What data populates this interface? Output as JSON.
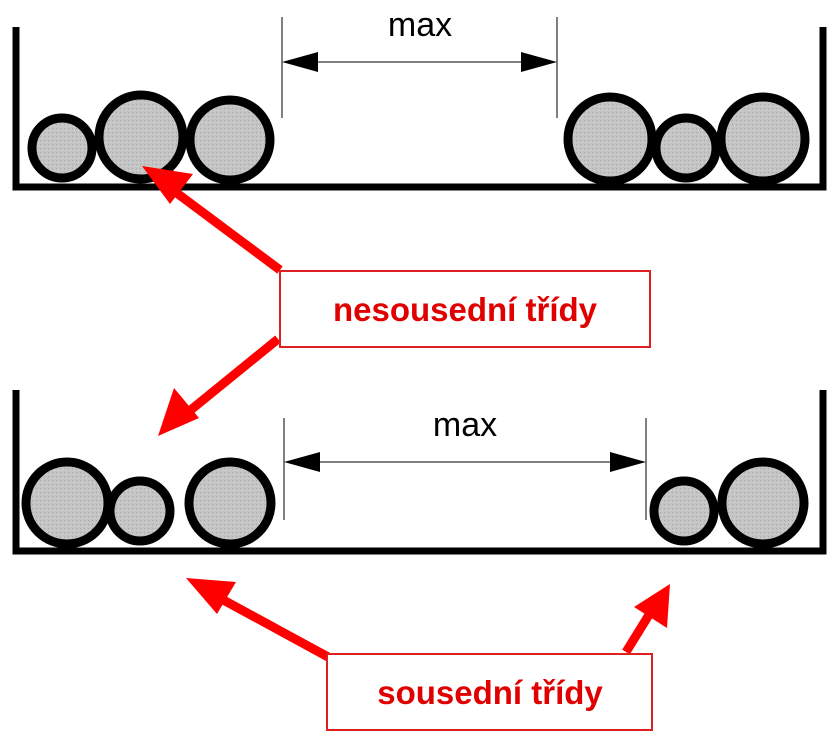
{
  "colors": {
    "ball_fill": "#c4c4c4",
    "outline": "#000000",
    "annotation_red": "#ff0000"
  },
  "top_panel": {
    "gap_label": "max"
  },
  "bottom_panel": {
    "gap_label": "max"
  },
  "labels": {
    "non_adjacent": "nesousední třídy",
    "adjacent": "sousední třídy"
  }
}
